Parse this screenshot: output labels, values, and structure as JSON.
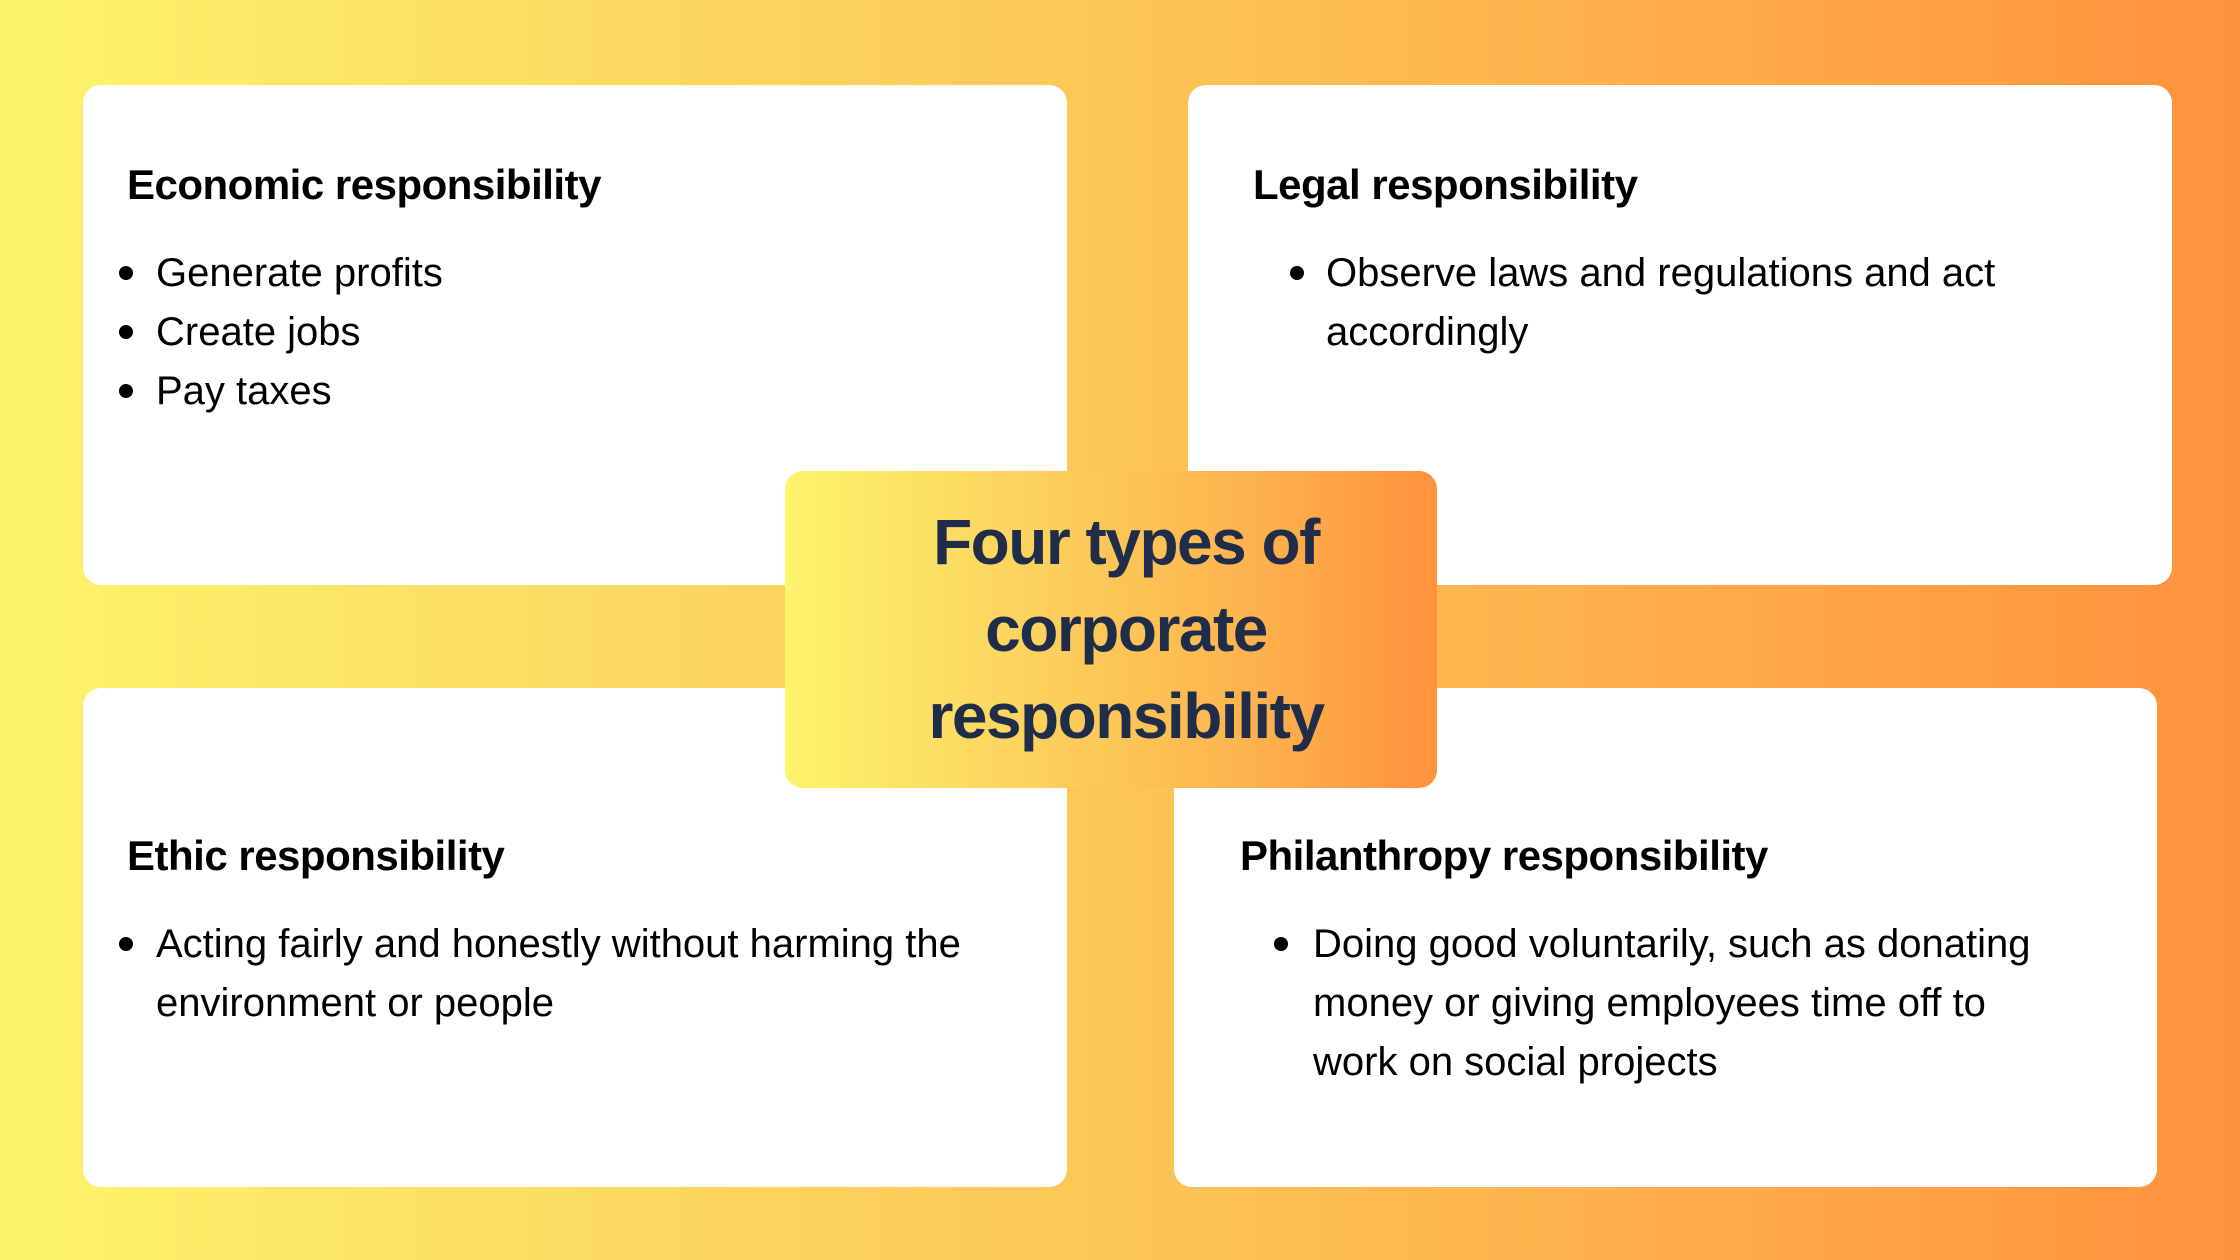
{
  "title": {
    "lines": [
      "Four types of",
      "corporate",
      "responsibility"
    ]
  },
  "cards": {
    "economic": {
      "heading": "Economic responsibility",
      "items": [
        "Generate profits",
        "Create jobs",
        "Pay taxes"
      ]
    },
    "legal": {
      "heading": "Legal responsibility",
      "items": [
        "Observe laws and regulations and act accordingly"
      ]
    },
    "ethic": {
      "heading": "Ethic responsibility",
      "items": [
        "Acting fairly and honestly without harming the environment or people"
      ]
    },
    "philanthropy": {
      "heading": "Philanthropy responsibility",
      "items": [
        "Doing good voluntarily, such as donating money or giving employees time off to work on social projects"
      ]
    }
  },
  "colors": {
    "background_start": "#fdf46c",
    "background_end": "#ff923d",
    "card": "#ffffff",
    "title_text": "#1f2d4a",
    "body_text": "#000000"
  }
}
